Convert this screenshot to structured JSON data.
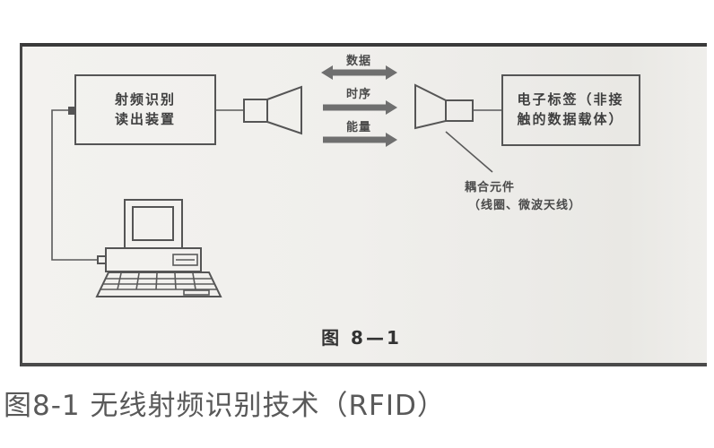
{
  "page": {
    "caption": "图8-1 无线射频识别技术（RFID）"
  },
  "figure": {
    "inner_caption": "图 8—1",
    "reader_box": {
      "line1": "射频识别",
      "line2": "读出装置"
    },
    "tag_box": {
      "line1": "电子标签（非接",
      "line2": "触的数据载体）"
    },
    "arrows": [
      {
        "label": "数据",
        "direction": "bidirectional"
      },
      {
        "label": "时序",
        "direction": "right"
      },
      {
        "label": "能量",
        "direction": "right"
      }
    ],
    "coupling": {
      "line1": "耦合元件",
      "line2": "（线圈、微波天线）"
    }
  },
  "colors": {
    "scan_background": "#f1f0ed",
    "frame_border": "#3a3a3a",
    "line_color": "#555555",
    "arrow_fill": "#6f6f6f",
    "caption_color": "#595959"
  }
}
